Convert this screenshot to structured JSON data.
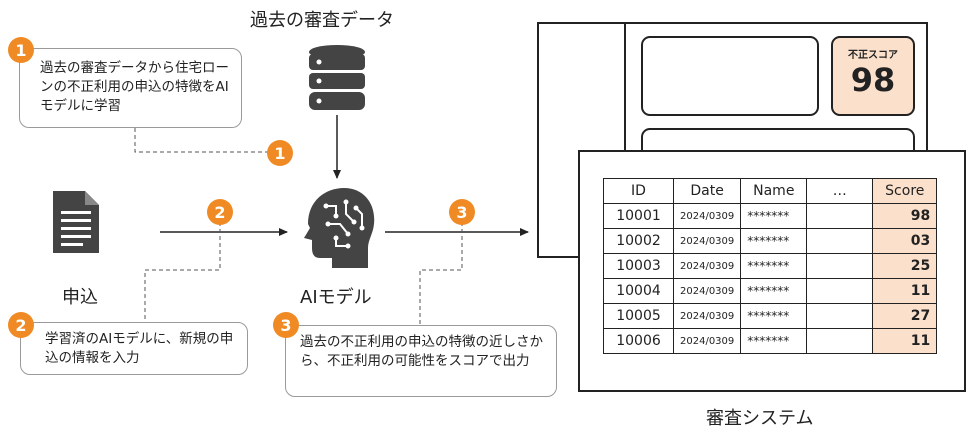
{
  "colors": {
    "accent": "#f08a24",
    "score_fill": "#fbe0cc"
  },
  "top_title": "過去の審査データ",
  "callout1": {
    "badge": "1",
    "text": "過去の審査データから住宅ローンの不正利用の申込の特徴をAIモデルに学習"
  },
  "callout2": {
    "badge": "2",
    "text": "学習済のAIモデルに、新規の申込の情報を入力"
  },
  "callout3": {
    "badge": "3",
    "text": "過去の不正利用の申込の特徴の近しさから、不正利用の可能性をスコアで出力"
  },
  "flow_badges": [
    "1",
    "2",
    "3"
  ],
  "application_label": "申込",
  "ai_model_label": "AIモデル",
  "system_label": "審査システム",
  "icons": {
    "database": "database-icon",
    "document": "document-icon",
    "ai_head": "ai-head-icon"
  },
  "score_card": {
    "label": "不正スコア",
    "value": "98"
  },
  "table": {
    "headers": [
      "ID",
      "Date",
      "Name",
      "…",
      "Score"
    ],
    "rows": [
      [
        "10001",
        "2024/0309",
        "*******",
        "",
        "98"
      ],
      [
        "10002",
        "2024/0309",
        "*******",
        "",
        "03"
      ],
      [
        "10003",
        "2024/0309",
        "*******",
        "",
        "25"
      ],
      [
        "10004",
        "2024/0309",
        "*******",
        "",
        "11"
      ],
      [
        "10005",
        "2024/0309",
        "*******",
        "",
        "27"
      ],
      [
        "10006",
        "2024/0309",
        "*******",
        "",
        "11"
      ]
    ]
  }
}
